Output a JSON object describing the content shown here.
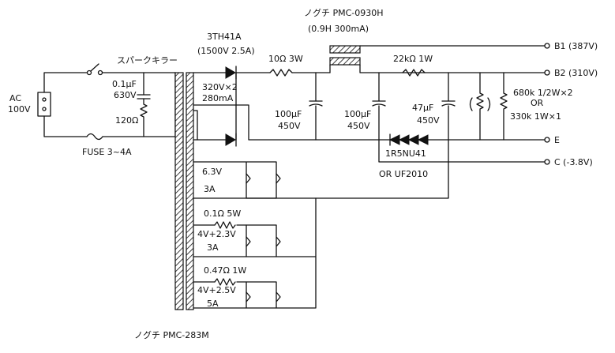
{
  "labels": {
    "output_transformer_title": "ノグチ PMC-0930H",
    "output_transformer_spec": "(0.9H 300mA)",
    "rectifier_part": "3TH41A",
    "rectifier_rating": "(1500V 2.5A)",
    "b1": "B1 (387V)",
    "b2": "B2 (310V)",
    "e": "E",
    "c": "C (-3.8V)",
    "ac_source_line1": "AC",
    "ac_source_line2": "100V",
    "spark_killer": "スパークキラー",
    "sk_cap_value": "0.1μF",
    "sk_cap_voltage": "630V",
    "sk_res": "120Ω",
    "fuse": "FUSE 3~4A",
    "hv_winding_line1": "320V×2",
    "hv_winding_line2": "280mA",
    "series_res": "10Ω 3W",
    "cap1_value": "100μF",
    "cap1_voltage": "450V",
    "cap2_value": "100μF",
    "cap2_voltage": "450V",
    "cap3_value": "47μF",
    "cap3_voltage": "450V",
    "b1b2_res": "22kΩ 1W",
    "bleeder_line1": "680k 1/2W×2",
    "bleeder_or": "OR",
    "bleeder_line2": "330k 1W×1",
    "diode_string": "1R5NU41",
    "diode_alt": "OR UF2010",
    "heater1_line1": "6.3V",
    "heater1_line2": "3A",
    "heater2_res": "0.1Ω 5W",
    "heater2_line1": "4V+2.3V",
    "heater2_line2": "3A",
    "heater3_res": "0.47Ω 1W",
    "heater3_line1": "4V+2.5V",
    "heater3_line2": "5A",
    "power_transformer": "ノグチ PMC-283M"
  },
  "terminals": [
    "B1",
    "B2",
    "E",
    "C"
  ]
}
